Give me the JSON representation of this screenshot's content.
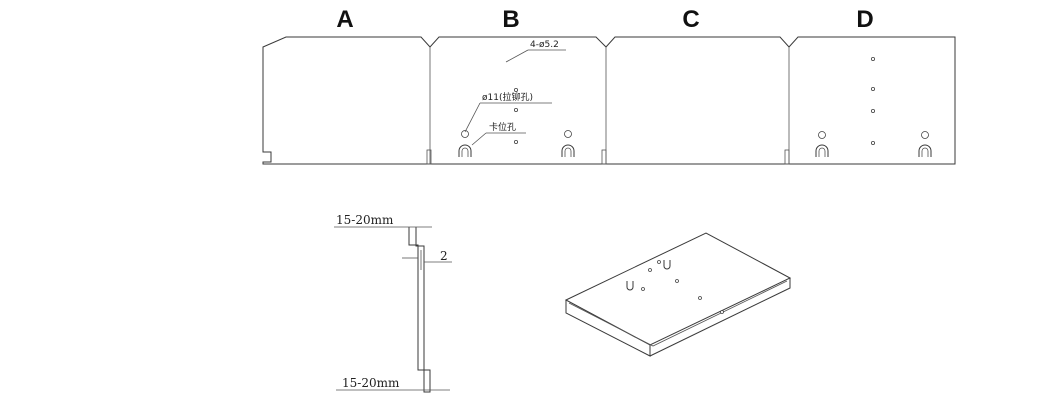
{
  "panels": {
    "a": "A",
    "b": "B",
    "c": "C",
    "d": "D"
  },
  "annotations": {
    "bolt_holes": "4-ø5.2",
    "rivet_hole": "ø11(拉铆孔)",
    "locating_hole": "卡位孔"
  },
  "profile": {
    "top_flange": "15-20mm",
    "thickness": "2",
    "bottom_flange": "15-20mm"
  }
}
